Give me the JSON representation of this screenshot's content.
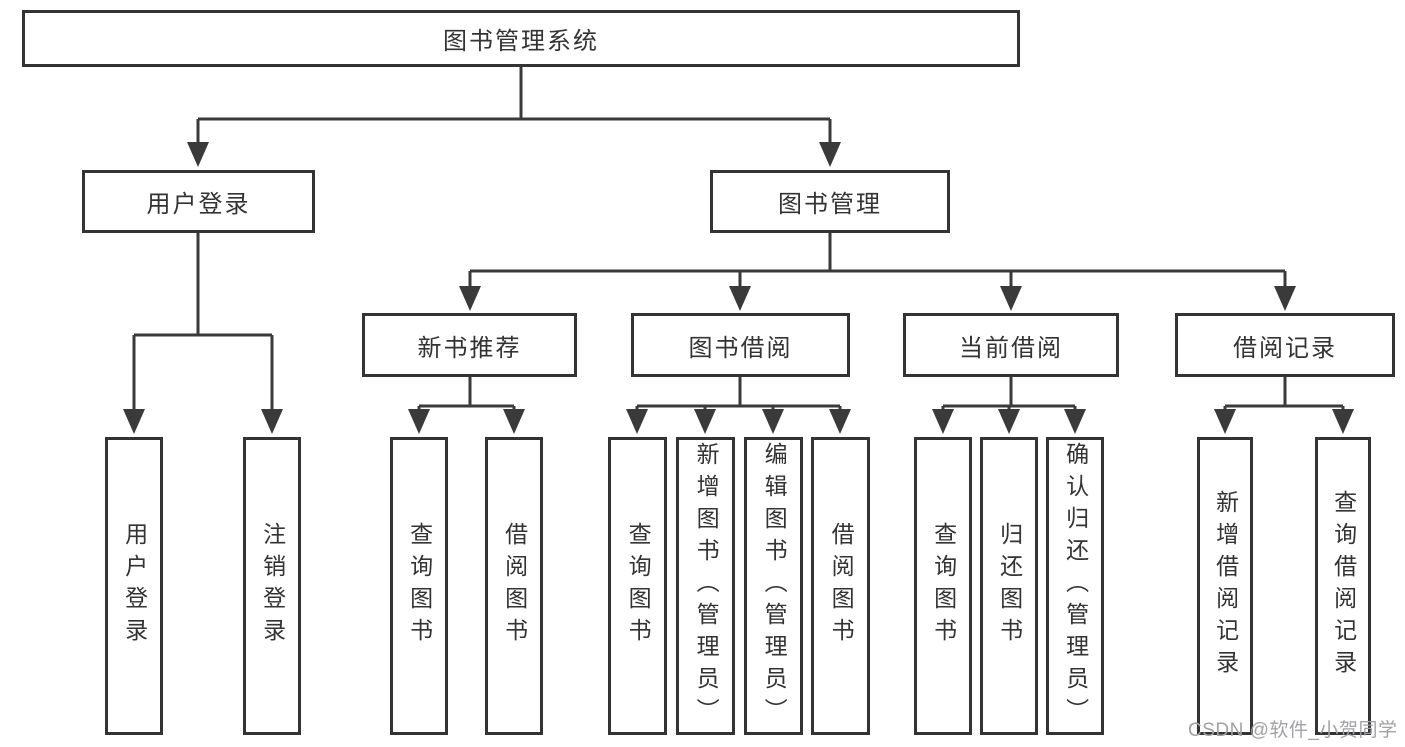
{
  "diagram": {
    "nodes": {
      "root": "图书管理系统",
      "user_login": "用户登录",
      "book_mgmt": "图书管理",
      "new_book_rec": "新书推荐",
      "book_borrow": "图书借阅",
      "current_borrow": "当前借阅",
      "borrow_records": "借阅记录",
      "leaf_user_login": "用户登录",
      "leaf_logout": "注销登录",
      "leaf_query_books_1": "查询图书",
      "leaf_borrow_books_1": "借阅图书",
      "leaf_query_books_2": "查询图书",
      "leaf_add_books": "新增图书（管理员）",
      "leaf_edit_books": "编辑图书（管理员）",
      "leaf_borrow_books_2": "借阅图书",
      "leaf_query_books_3": "查询图书",
      "leaf_return_books": "归还图书",
      "leaf_confirm_return": "确认归还（管理员）",
      "leaf_add_borrow_record": "新增借阅记录",
      "leaf_query_borrow_record": "查询借阅记录"
    },
    "hierarchy": {
      "图书管理系统": {
        "用户登录": [
          "用户登录",
          "注销登录"
        ],
        "图书管理": {
          "新书推荐": [
            "查询图书",
            "借阅图书"
          ],
          "图书借阅": [
            "查询图书",
            "新增图书（管理员）",
            "编辑图书（管理员）",
            "借阅图书"
          ],
          "当前借阅": [
            "查询图书",
            "归还图书",
            "确认归还（管理员）"
          ],
          "借阅记录": [
            "新增借阅记录",
            "查询借阅记录"
          ]
        }
      }
    },
    "colors": {
      "line": "#3a3a3a",
      "box_border": "#333333",
      "text": "#333333",
      "background": "#ffffff",
      "watermark": "#a2a2a6"
    }
  },
  "watermark": {
    "text": "CSDN @软件_小贺同学"
  }
}
